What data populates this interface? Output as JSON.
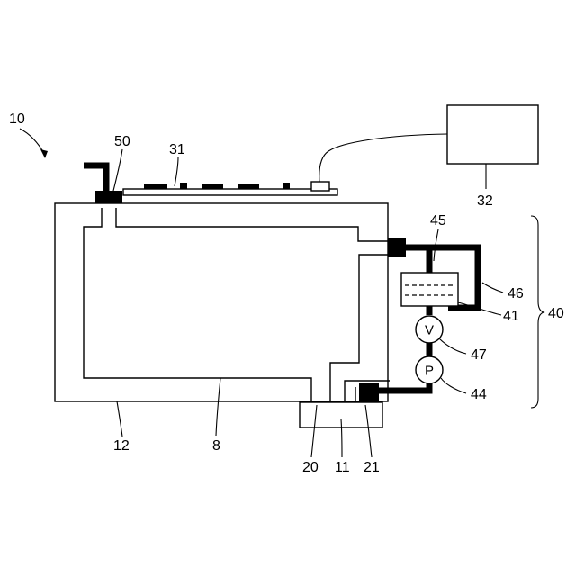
{
  "labels": {
    "device": "10",
    "joint_top": "50",
    "board": "31",
    "controller": "32",
    "unit": "40",
    "chamber": "45",
    "pipe": "46",
    "filter": "41",
    "valve_ref": "47",
    "pump_ref": "44",
    "outer_case": "12",
    "inner_space": "8",
    "port_left": "20",
    "base": "11",
    "port_right": "21"
  },
  "symbols": {
    "valve": "V",
    "pump": "P"
  }
}
